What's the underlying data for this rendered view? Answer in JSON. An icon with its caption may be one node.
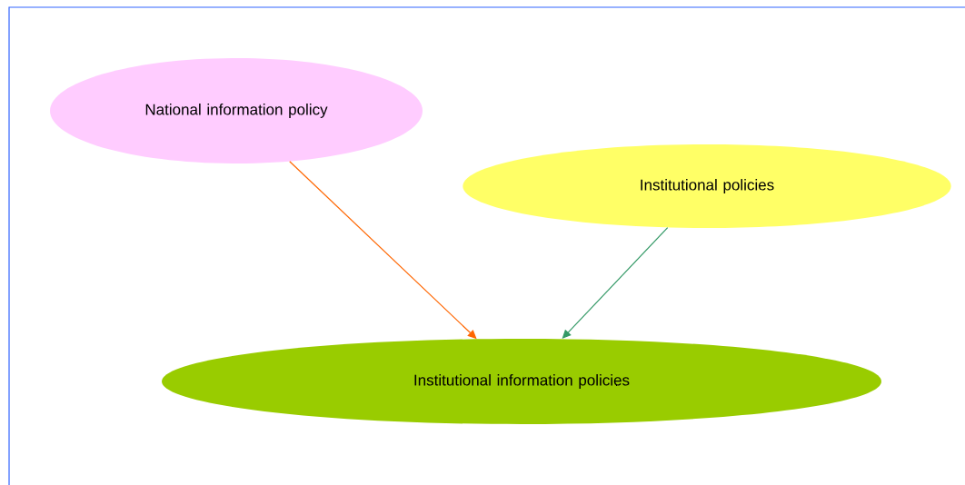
{
  "diagram": {
    "nodes": [
      {
        "text": [
          "National information policy"
        ]
      },
      {
        "text": [
          "Institutional policies"
        ]
      },
      {
        "text": [
          "Institutional information policies"
        ]
      }
    ],
    "edges": [
      {
        "from": 0,
        "to": 2,
        "arrow": "to",
        "color": "#ff6600"
      },
      {
        "from": 1,
        "to": 2,
        "arrow": "to",
        "color": "#339966"
      }
    ]
  }
}
